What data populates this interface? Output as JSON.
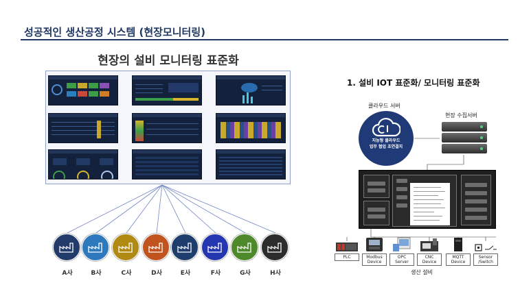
{
  "header": {
    "title": "성공적인 생산공정 시스템 (현장모니터링)"
  },
  "left": {
    "title": "현장의 설비 모니터링 표준화",
    "companies": [
      {
        "label": "A사",
        "color": "#233b6b"
      },
      {
        "label": "B사",
        "color": "#2e78bd"
      },
      {
        "label": "C사",
        "color": "#b08a12"
      },
      {
        "label": "D사",
        "color": "#c0531e"
      },
      {
        "label": "E사",
        "color": "#1f3e6e"
      },
      {
        "label": "F사",
        "color": "#2537b0"
      },
      {
        "label": "G사",
        "color": "#4e8a2b"
      },
      {
        "label": "H사",
        "color": "#2c2c2c"
      }
    ]
  },
  "right": {
    "title": "1. 설비 IOT 표준화/ 모니터링 표준화",
    "cloud_label": "클라우드 서버",
    "cloud_text": [
      "지능형 클라우드",
      "업무 협업 초연결지"
    ],
    "server_label": "현장 수집서버",
    "devices": [
      {
        "lines": [
          "PLC"
        ],
        "icon": "plc-icon"
      },
      {
        "lines": [
          "Modbus",
          "Device"
        ],
        "icon": "modbus-device-icon"
      },
      {
        "lines": [
          "OPC",
          "Server"
        ],
        "icon": "opc-server-icon"
      },
      {
        "lines": [
          "CNC",
          "Device"
        ],
        "icon": "cnc-device-icon"
      },
      {
        "lines": [
          "MQTT",
          "Device"
        ],
        "icon": "mqtt-device-icon"
      },
      {
        "lines": [
          "Sensor",
          "/Switch"
        ],
        "icon": "sensor-switch-icon"
      }
    ],
    "production_label": "생산 설비"
  },
  "colors": {
    "accent": "#1f3864",
    "cloud": "#203a78",
    "link": "#6f86c8"
  }
}
